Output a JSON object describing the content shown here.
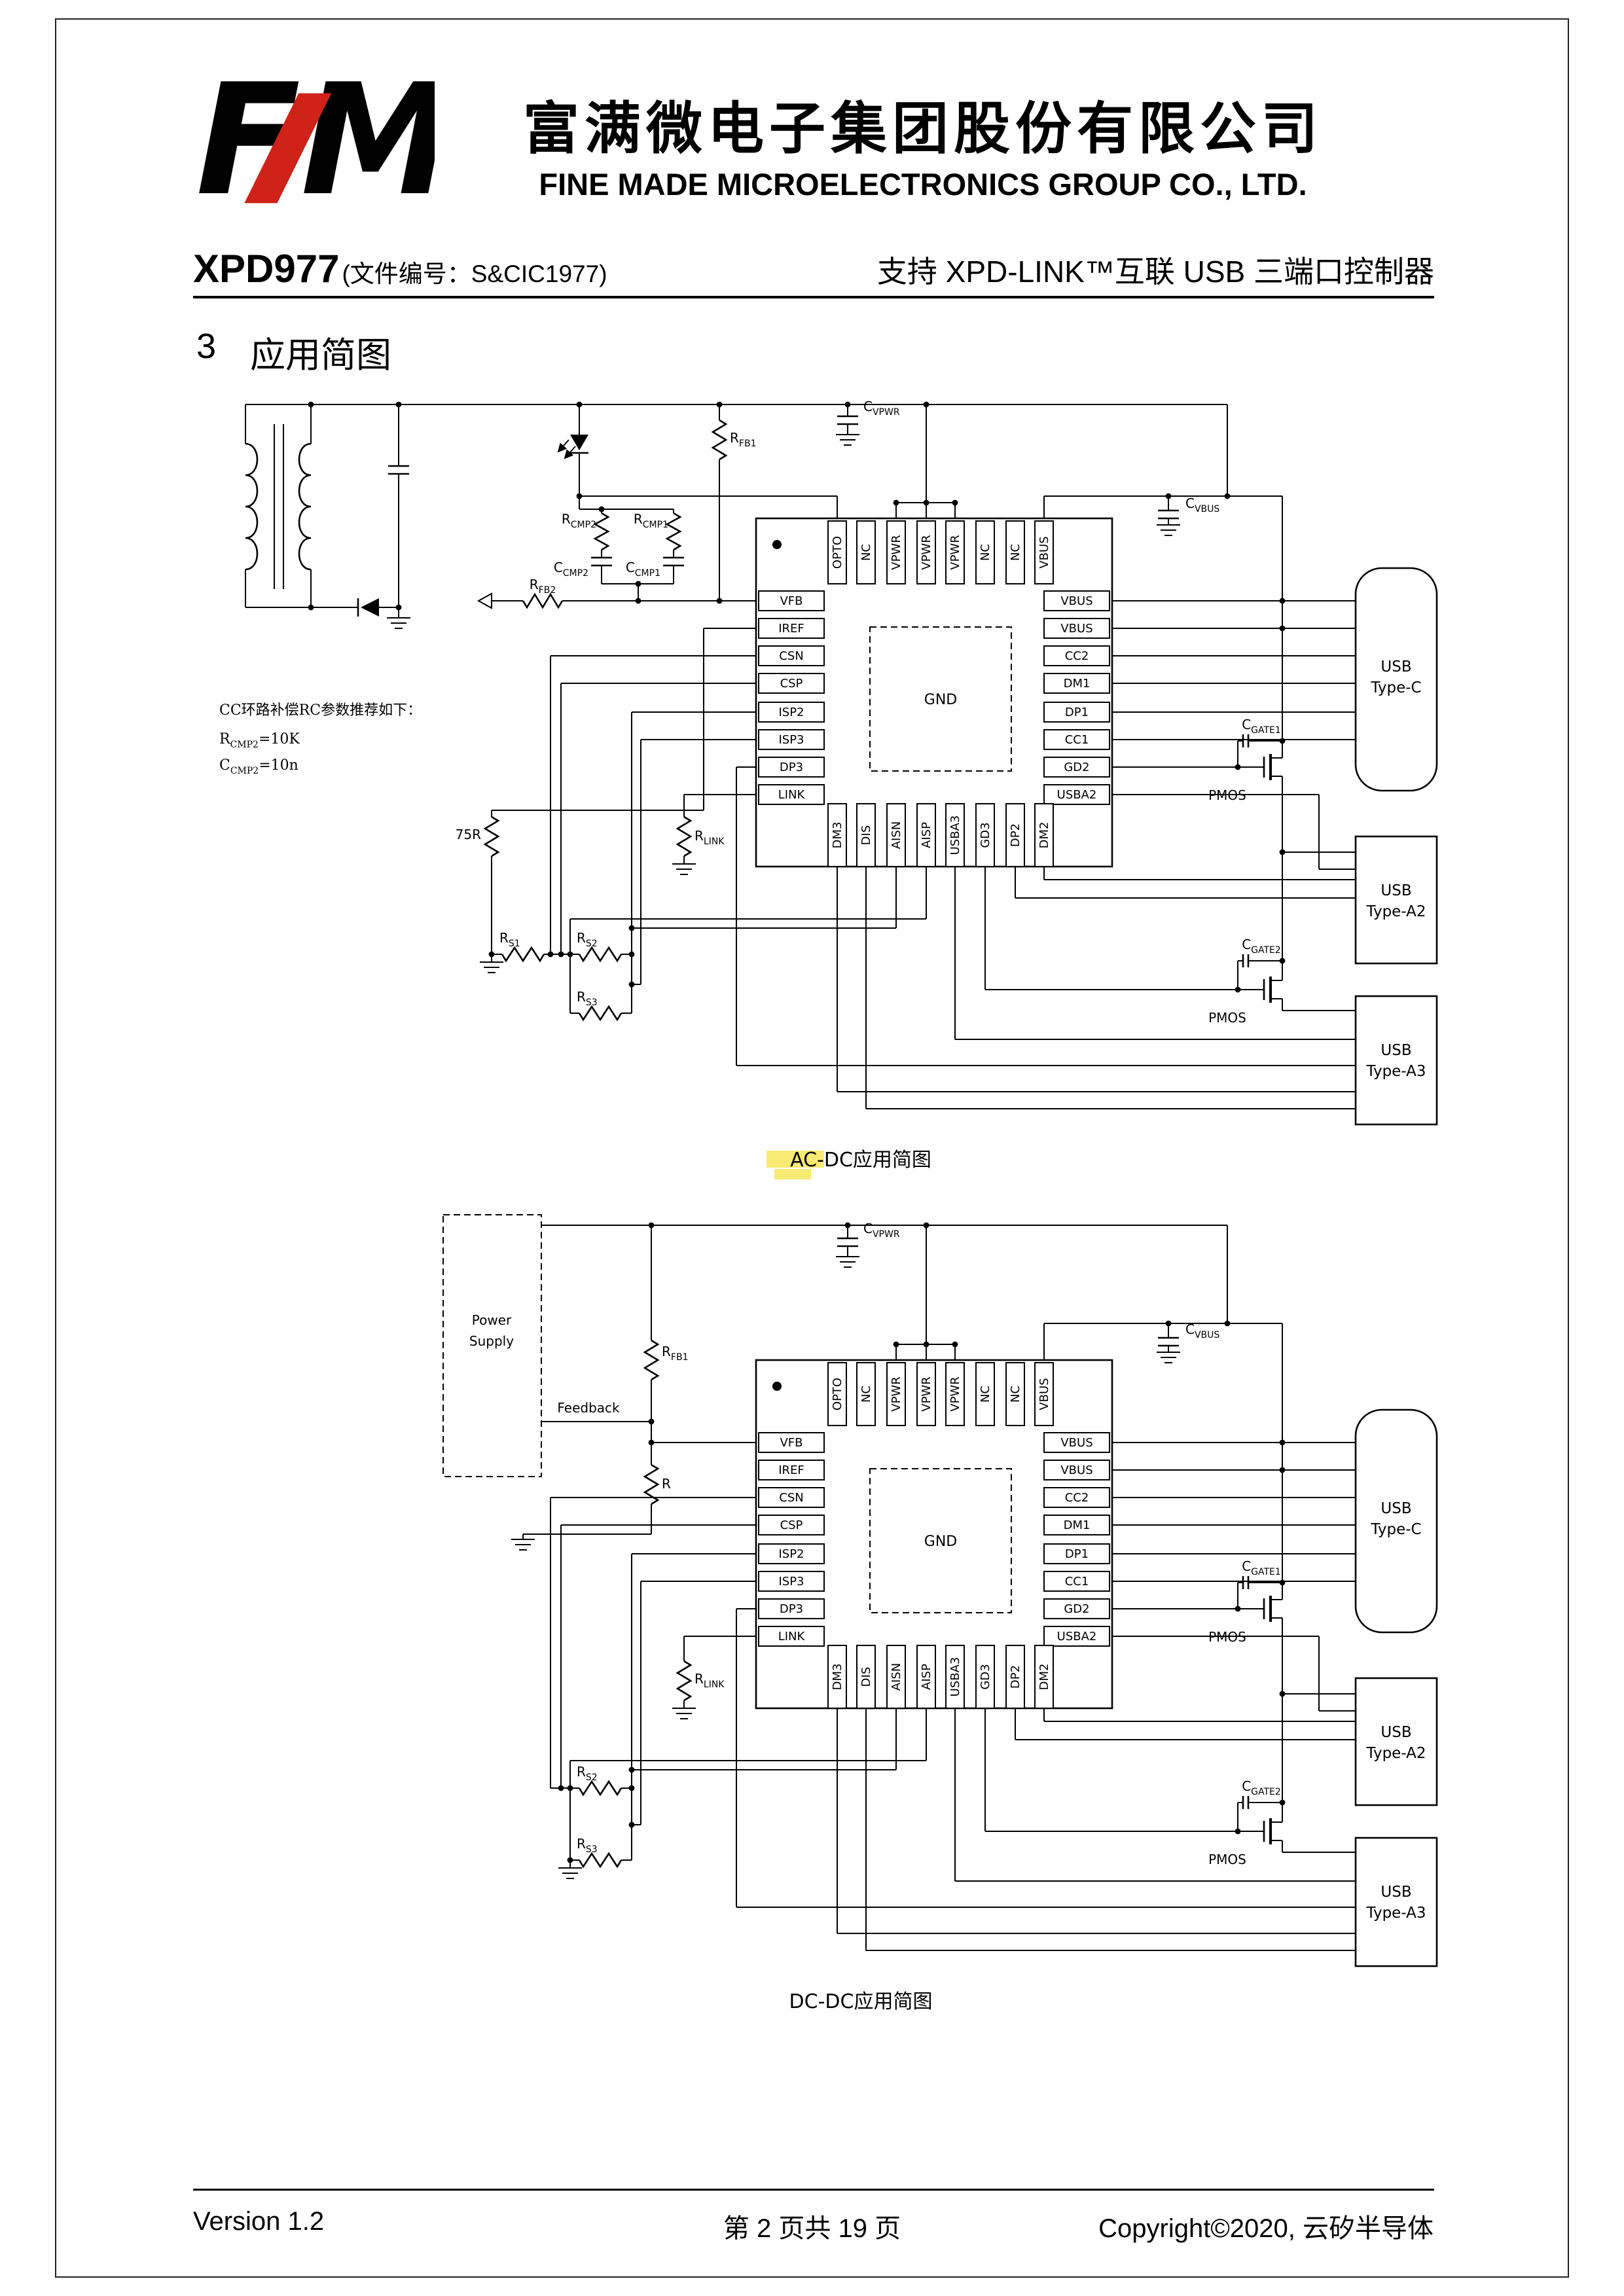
{
  "header": {
    "logo": "FM",
    "company_cn": "富满微电子集团股份有限公司",
    "company_en": "FINE MADE MICROELECTRONICS GROUP CO., LTD.",
    "part_number": "XPD977",
    "doc_code": "(文件编号：S&CIC1977)",
    "subtitle": "支持 XPD-LINK™互联 USB 三端口控制器"
  },
  "section": {
    "number": "3",
    "title": "应用简图"
  },
  "ic": {
    "left_pins": [
      "VFB",
      "IREF",
      "CSN",
      "CSP",
      "ISP2",
      "ISP3",
      "DP3",
      "LINK"
    ],
    "top_pins": [
      "OPTO",
      "NC",
      "VPWR",
      "VPWR",
      "VPWR",
      "NC",
      "NC",
      "VBUS"
    ],
    "right_pins": [
      "VBUS",
      "VBUS",
      "CC2",
      "DM1",
      "DP1",
      "CC1",
      "GD2",
      "USBA2"
    ],
    "bottom_pins": [
      "DM3",
      "DIS",
      "AISN",
      "AISP",
      "USBA3",
      "GD3",
      "DP2",
      "DM2"
    ],
    "pad": "GND"
  },
  "components": {
    "c_vpwr": {
      "main": "C",
      "sub": "VPWR"
    },
    "c_vbus": {
      "main": "C",
      "sub": "VBUS"
    },
    "c_gate1": {
      "main": "C",
      "sub": "GATE1"
    },
    "c_gate2": {
      "main": "C",
      "sub": "GATE2"
    },
    "r_fb1": {
      "main": "R",
      "sub": "FB1"
    },
    "r_fb2": {
      "main": "R",
      "sub": "FB2"
    },
    "r_cmp1": {
      "main": "R",
      "sub": "CMP1"
    },
    "r_cmp2": {
      "main": "R",
      "sub": "CMP2"
    },
    "c_cmp1": {
      "main": "C",
      "sub": "CMP1"
    },
    "c_cmp2": {
      "main": "C",
      "sub": "CMP2"
    },
    "r_link": {
      "main": "R",
      "sub": "LINK"
    },
    "r_s1": {
      "main": "R",
      "sub": "S1"
    },
    "r_s2": {
      "main": "R",
      "sub": "S2"
    },
    "r_s3": {
      "main": "R",
      "sub": "S3"
    },
    "r75": "75R",
    "r_plain": "R",
    "pmos": "PMOS"
  },
  "connectors": {
    "type_c": {
      "line1": "USB",
      "line2": "Type-C"
    },
    "type_a2": {
      "line1": "USB",
      "line2": "Type-A2"
    },
    "type_a3": {
      "line1": "USB",
      "line2": "Type-A3"
    }
  },
  "diagram1": {
    "caption": "AC-DC应用简图",
    "note_title": "CC环路补偿RC参数推荐如下：",
    "note_r_value": "=10K",
    "note_c_value": "=10n"
  },
  "diagram2": {
    "caption": "DC-DC应用简图",
    "power_supply_line1": "Power",
    "power_supply_line2": "Supply",
    "feedback": "Feedback"
  },
  "footer": {
    "version": "Version 1.2",
    "page_info": "第 2 页共 19 页",
    "copyright": "Copyright©2020, 云矽半导体"
  }
}
